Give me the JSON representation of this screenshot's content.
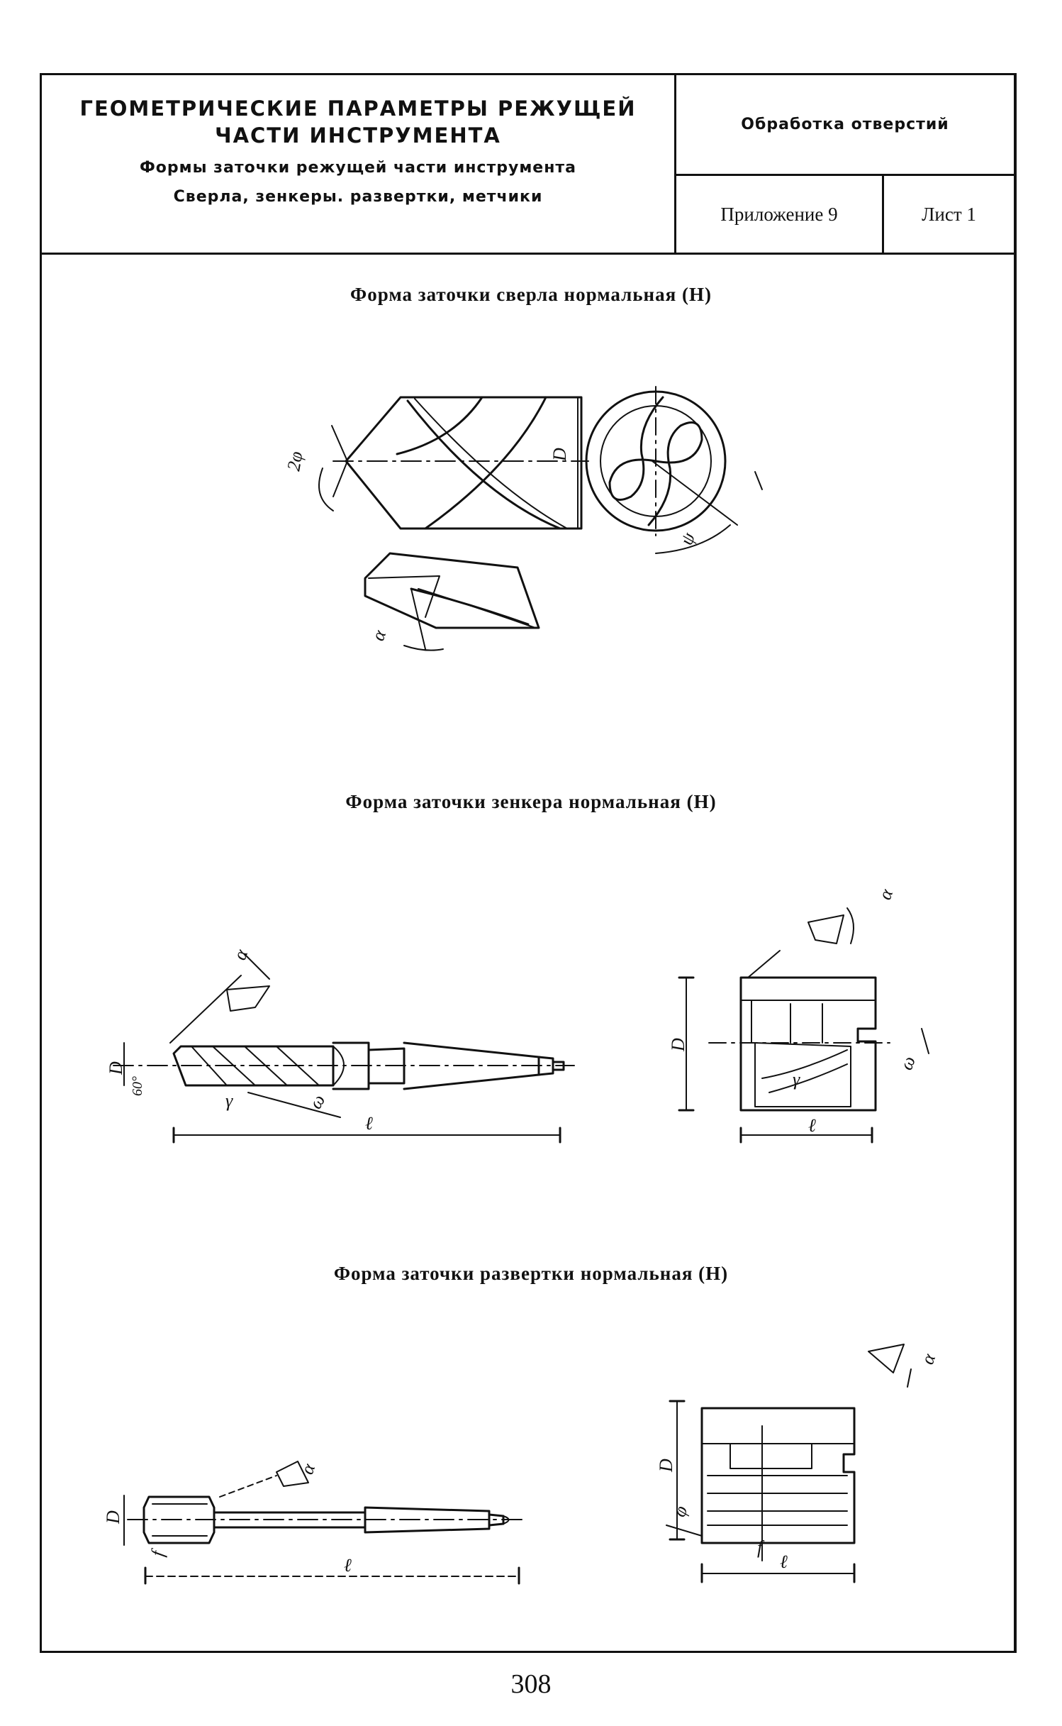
{
  "header": {
    "title_line1": "ГЕОМЕТРИЧЕСКИЕ ПАРАМЕТРЫ РЕЖУЩЕЙ",
    "title_line2": "ЧАСТИ ИНСТРУМЕНТА",
    "subtitle": "Формы заточки режущей части инструмента",
    "tools": "Сверла, зенкеры. развертки, метчики",
    "section": "Обработка отверстий",
    "appendix": "Приложение 9",
    "sheet": "Лист 1"
  },
  "sections": [
    {
      "title": "Форма заточки сверла нормальная (Н)",
      "labels": {
        "point_angle": "2φ",
        "diameter": "D",
        "chisel_angle": "ψ",
        "clearance": "α"
      }
    },
    {
      "title": "Форма заточки зенкера нормальная (Н)",
      "labels": {
        "clearance": "α",
        "diameter": "D",
        "angle": "60°",
        "rake": "γ",
        "helix": "ω",
        "length": "ℓ",
        "side_clearance": "α",
        "side_diameter": "D",
        "side_rake": "γ",
        "side_helix": "ω",
        "side_length": "ℓ"
      }
    },
    {
      "title": "Форма заточки развертки нормальная (Н)",
      "labels": {
        "diameter": "D",
        "land": "f",
        "clearance": "α",
        "length": "ℓ",
        "side_clearance": "α",
        "side_diameter": "D",
        "side_lead": "φ",
        "side_land": "f",
        "side_length": "ℓ"
      }
    }
  ],
  "page_number": "308"
}
